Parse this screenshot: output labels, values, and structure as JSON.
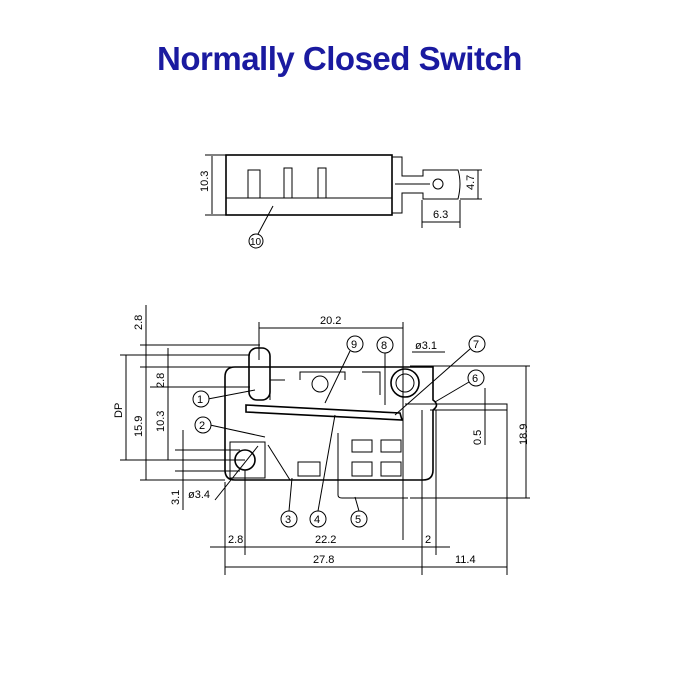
{
  "title": "Normally Closed Switch",
  "title_color": "#1a1aa0",
  "top_view": {
    "dimensions": {
      "height": "10.3",
      "tab_width": "4.7",
      "tab_length": "6.3"
    },
    "callouts": [
      "10"
    ]
  },
  "side_view": {
    "dimensions": {
      "top_2_8": "2.8",
      "dp": "DP",
      "d15_9": "15.9",
      "d2_8": "2.8",
      "d10_3": "10.3",
      "d20_2": "20.2",
      "d3_1_hole": "ø3.1",
      "d0_5": "0.5",
      "d18_9": "18.9",
      "d3_1": "3.1",
      "d3_4_hole": "ø3.4",
      "b2_8": "2.8",
      "b22_2": "22.2",
      "b2": "2",
      "b27_8": "27.8",
      "b11_4": "11.4"
    },
    "callouts": [
      "1",
      "2",
      "3",
      "4",
      "5",
      "6",
      "7",
      "8",
      "9"
    ]
  }
}
